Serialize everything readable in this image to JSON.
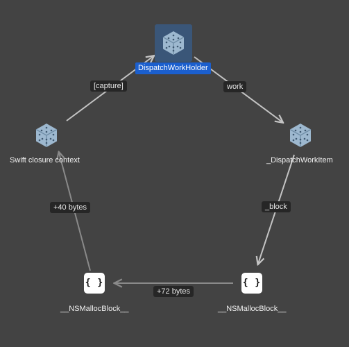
{
  "nodes": {
    "dispatch_work_holder": {
      "label": "DispatchWorkHolder",
      "icon": "struct-cube-icon",
      "selected": true
    },
    "dispatch_work_item": {
      "label": "_DispatchWorkItem",
      "icon": "struct-cube-icon"
    },
    "swift_closure_context": {
      "label": "Swift closure context",
      "icon": "struct-cube-icon"
    },
    "malloc_block_right": {
      "label": "__NSMallocBlock__",
      "icon": "curly-braces-icon",
      "glyph": "{ }"
    },
    "malloc_block_left": {
      "label": "__NSMallocBlock__",
      "icon": "curly-braces-icon",
      "glyph": "{ }"
    }
  },
  "edges": {
    "work": {
      "label": "work",
      "from": "DispatchWorkHolder",
      "to": "_DispatchWorkItem"
    },
    "block": {
      "label": "_block",
      "from": "_DispatchWorkItem",
      "to": "__NSMallocBlock__"
    },
    "offset_72": {
      "label": "+72 bytes",
      "from": "__NSMallocBlock__",
      "to": "__NSMallocBlock__"
    },
    "offset_40": {
      "label": "+40 bytes",
      "from": "__NSMallocBlock__",
      "to": "Swift closure context"
    },
    "capture": {
      "label": "[capture]",
      "from": "Swift closure context",
      "to": "DispatchWorkHolder"
    }
  },
  "colors": {
    "background": "#434343",
    "edge": "#c4c4c4",
    "edge_faded": "#8a8a8a",
    "selection": "#1b5fce",
    "cube": "#9db8cf"
  }
}
